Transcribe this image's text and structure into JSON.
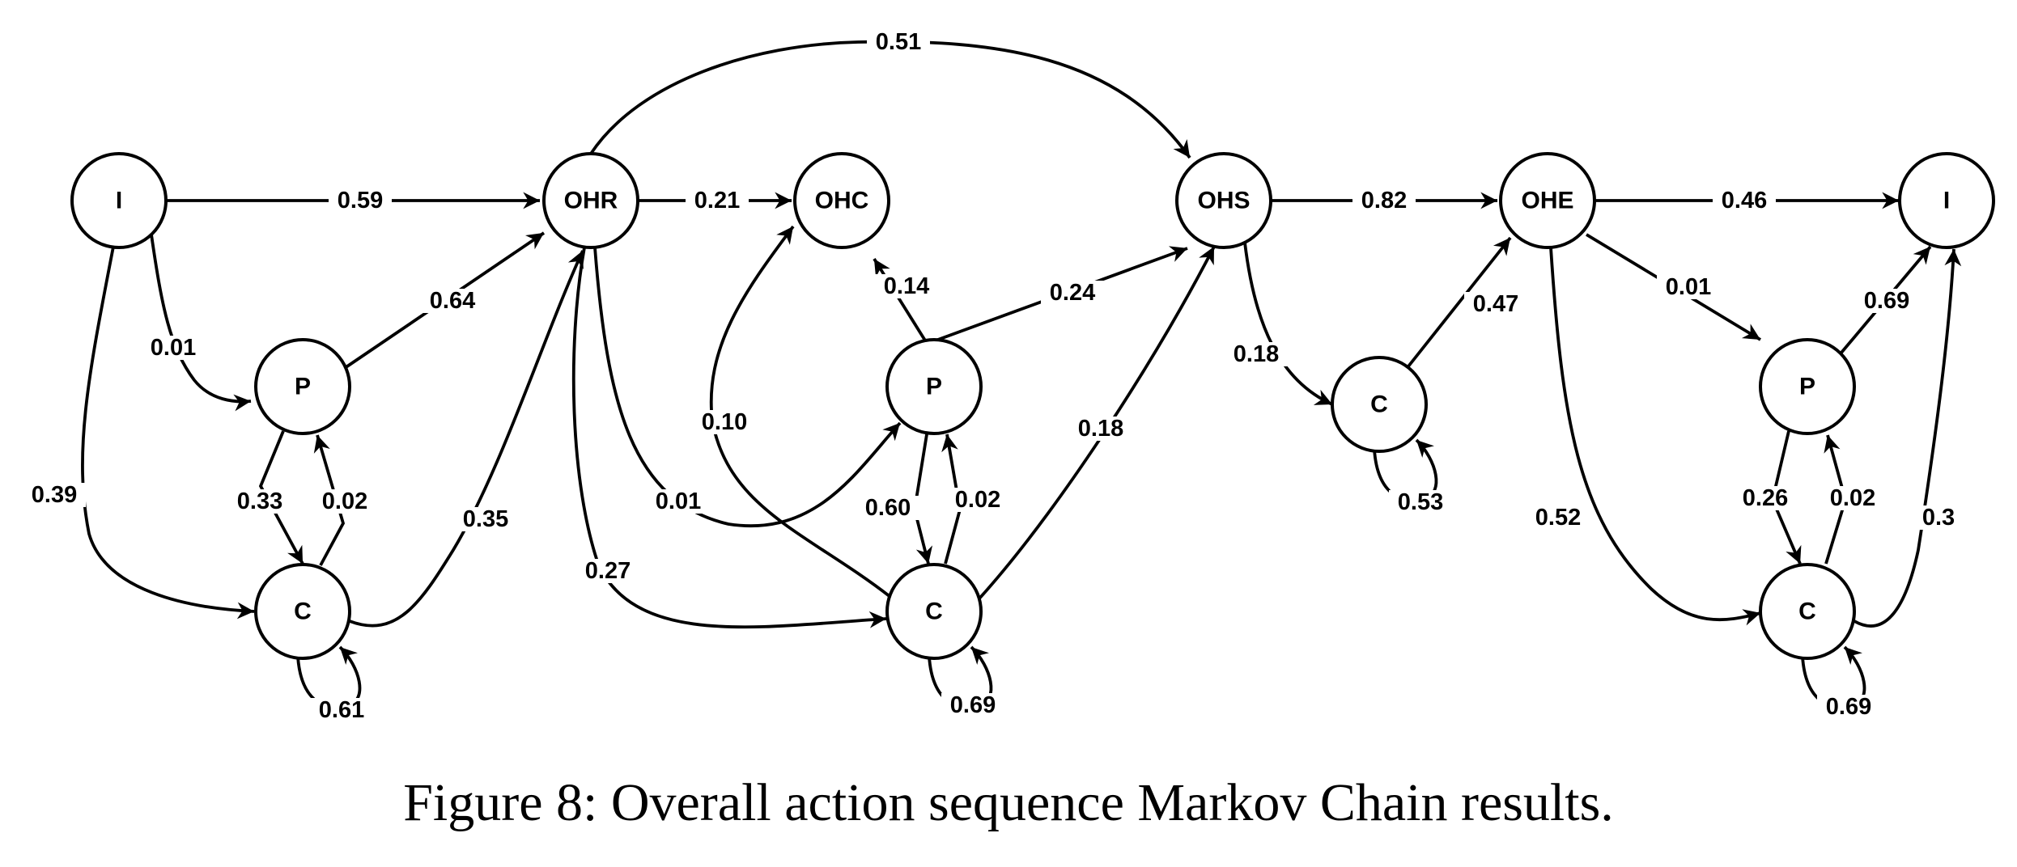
{
  "caption": "Figure 8: Overall action sequence Markov Chain results.",
  "nodes": [
    {
      "id": "i1",
      "label": "I"
    },
    {
      "id": "p1",
      "label": "P"
    },
    {
      "id": "c1",
      "label": "C"
    },
    {
      "id": "ohr",
      "label": "OHR"
    },
    {
      "id": "ohc",
      "label": "OHC"
    },
    {
      "id": "p2",
      "label": "P"
    },
    {
      "id": "c2",
      "label": "C"
    },
    {
      "id": "ohs",
      "label": "OHS"
    },
    {
      "id": "c3",
      "label": "C"
    },
    {
      "id": "ohe",
      "label": "OHE"
    },
    {
      "id": "p3",
      "label": "P"
    },
    {
      "id": "c4",
      "label": "C"
    },
    {
      "id": "i2",
      "label": "I"
    }
  ],
  "edges": [
    {
      "id": "e1",
      "from": "i1",
      "to": "ohr",
      "label": "0.59"
    },
    {
      "id": "e2",
      "from": "i1",
      "to": "p1",
      "label": "0.01"
    },
    {
      "id": "e3",
      "from": "i1",
      "to": "c1",
      "label": "0.39"
    },
    {
      "id": "e4",
      "from": "p1",
      "to": "ohr",
      "label": "0.64"
    },
    {
      "id": "e5",
      "from": "p1",
      "to": "c1",
      "label": "0.33"
    },
    {
      "id": "e6",
      "from": "c1",
      "to": "p1",
      "label": "0.02"
    },
    {
      "id": "e7",
      "from": "c1",
      "to": "ohr",
      "label": "0.35"
    },
    {
      "id": "e8",
      "from": "c1",
      "to": "c1",
      "label": "0.61"
    },
    {
      "id": "e9",
      "from": "ohr",
      "to": "ohs",
      "label": "0.51"
    },
    {
      "id": "e10",
      "from": "ohr",
      "to": "ohc",
      "label": "0.21"
    },
    {
      "id": "e11",
      "from": "ohr",
      "to": "p2",
      "label": "0.01"
    },
    {
      "id": "e12",
      "from": "ohr",
      "to": "c2",
      "label": "0.27"
    },
    {
      "id": "e13",
      "from": "p2",
      "to": "ohc",
      "label": "0.14"
    },
    {
      "id": "e14",
      "from": "p2",
      "to": "ohs",
      "label": "0.24"
    },
    {
      "id": "e15",
      "from": "p2",
      "to": "c2",
      "label": "0.60"
    },
    {
      "id": "e16",
      "from": "c2",
      "to": "p2",
      "label": "0.02"
    },
    {
      "id": "e17",
      "from": "c2",
      "to": "ohc",
      "label": "0.10"
    },
    {
      "id": "e18",
      "from": "c2",
      "to": "ohs",
      "label": "0.18"
    },
    {
      "id": "e19",
      "from": "c2",
      "to": "c2",
      "label": "0.69"
    },
    {
      "id": "e20",
      "from": "ohs",
      "to": "ohe",
      "label": "0.82"
    },
    {
      "id": "e21",
      "from": "ohs",
      "to": "c3",
      "label": "0.18"
    },
    {
      "id": "e22",
      "from": "c3",
      "to": "ohe",
      "label": "0.47"
    },
    {
      "id": "e23",
      "from": "c3",
      "to": "c3",
      "label": "0.53"
    },
    {
      "id": "e24",
      "from": "ohe",
      "to": "i2",
      "label": "0.46"
    },
    {
      "id": "e25",
      "from": "ohe",
      "to": "p3",
      "label": "0.01"
    },
    {
      "id": "e26",
      "from": "ohe",
      "to": "c4",
      "label": "0.52"
    },
    {
      "id": "e27",
      "from": "p3",
      "to": "i2",
      "label": "0.69"
    },
    {
      "id": "e28",
      "from": "p3",
      "to": "c4",
      "label": "0.26"
    },
    {
      "id": "e29",
      "from": "c4",
      "to": "p3",
      "label": "0.02"
    },
    {
      "id": "e30",
      "from": "c4",
      "to": "i2",
      "label": "0.3"
    },
    {
      "id": "e31",
      "from": "c4",
      "to": "c4",
      "label": "0.69"
    }
  ]
}
